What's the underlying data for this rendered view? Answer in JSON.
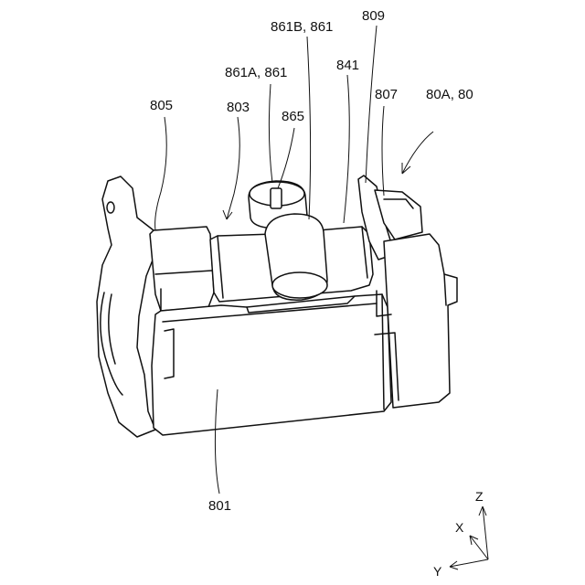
{
  "figure": {
    "labels": {
      "l805": "805",
      "l803": "803",
      "l861A": "861A, 861",
      "l861B": "861B, 861",
      "l865": "865",
      "l841": "841",
      "l809": "809",
      "l807": "807",
      "l80A": "80A, 80",
      "l801": "801"
    },
    "axes": {
      "z": "Z",
      "x": "X",
      "y": "Y"
    }
  }
}
